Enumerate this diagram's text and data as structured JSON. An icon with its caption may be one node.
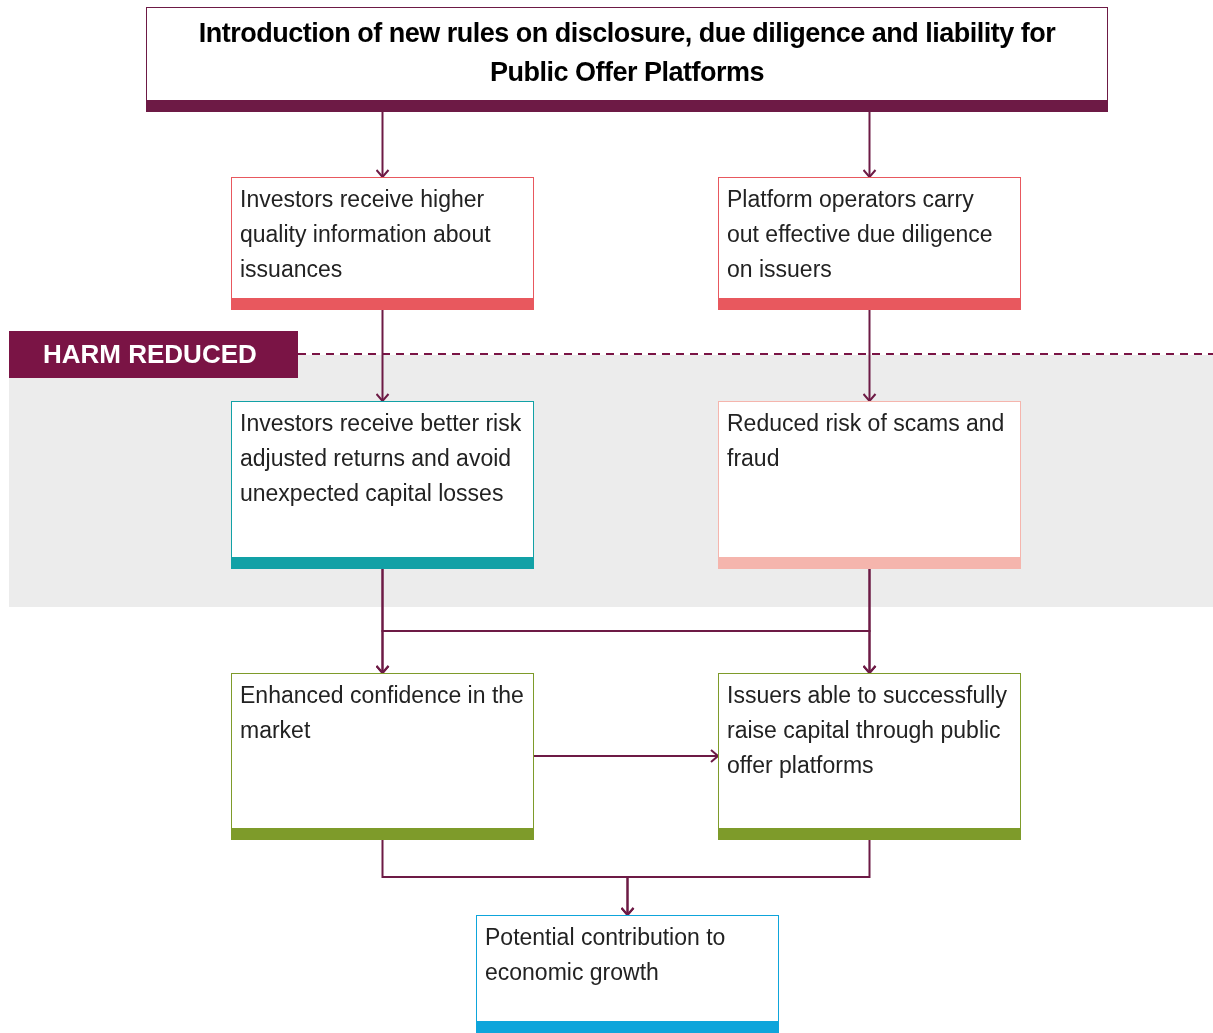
{
  "diagram": {
    "nodes": [
      {
        "text": [
          "Introduction of new rules on disclosure, due diligence and liability for Public Offer Platforms"
        ]
      },
      {
        "text": [
          "Investors receive higher quality information about issuances"
        ]
      },
      {
        "text": [
          "Platform operators carry out effective due diligence on issuers"
        ]
      },
      {
        "text": [
          "HARM REDUCED"
        ]
      },
      {
        "text": [
          "Investors receive better risk adjusted returns and avoid unexpected capital losses"
        ]
      },
      {
        "text": [
          "Reduced risk of scams and fraud"
        ]
      },
      {
        "text": [
          "Enhanced confidence in the market"
        ]
      },
      {
        "text": [
          "Issuers able to successfully raise capital through public offer platforms"
        ]
      },
      {
        "text": [
          "Potential contribution to economic growth"
        ]
      }
    ],
    "edges": [
      {
        "from": 0,
        "to": 1,
        "arrow": "to"
      },
      {
        "from": 0,
        "to": 2,
        "arrow": "to"
      },
      {
        "from": 1,
        "to": 4,
        "arrow": "to"
      },
      {
        "from": 2,
        "to": 5,
        "arrow": "to"
      },
      {
        "from": 4,
        "to": 6,
        "arrow": "to"
      },
      {
        "from": 4,
        "to": 7,
        "arrow": "to"
      },
      {
        "from": 5,
        "to": 6,
        "arrow": "to"
      },
      {
        "from": 5,
        "to": 7,
        "arrow": "to"
      },
      {
        "from": 6,
        "to": 7,
        "arrow": "to"
      },
      {
        "from": 6,
        "to": 8,
        "arrow": "to"
      },
      {
        "from": 7,
        "to": 8,
        "arrow": "to"
      }
    ]
  }
}
